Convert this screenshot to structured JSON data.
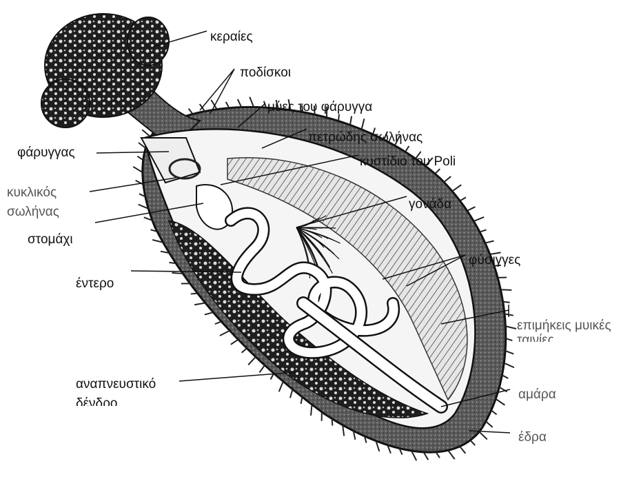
{
  "labels": {
    "keraies": "κεραίες",
    "podiskoi": "ποδίσκοι",
    "myes": "μύες του φάρυγγα",
    "petrodis": "πετρώδης σωλήνας",
    "kystidio": "κυστίδιο του Poli",
    "faryggas": "φάρυγγας",
    "kyklikos_1": "κυκλικός",
    "kyklikos_2": "σωλήνας",
    "stomachi": "στομάχι",
    "gonada": "γονάδα",
    "fysigges": "φύσιγγες",
    "entero": "έντερο",
    "epimikeis_1": "επιμήκεις μυικές",
    "epimikeis_2": "ταινίες",
    "anapneustiko_1": "αναπνευστικό",
    "anapneustiko_2": "δένδρο",
    "amara": "αμάρα",
    "edra": "έδρα"
  },
  "colors": {
    "body_wall": "#4a4a4a",
    "interior": "#f2f2f2",
    "intestine": "#ffffff",
    "line": "#111111"
  }
}
